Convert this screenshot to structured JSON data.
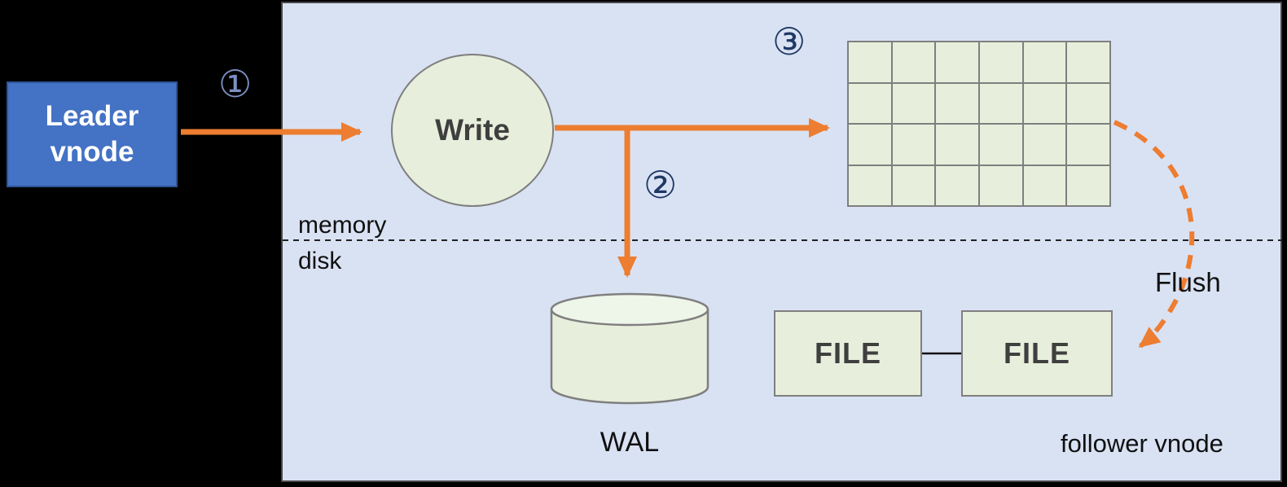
{
  "diagram": {
    "leader": {
      "line1": "Leader",
      "line2": "vnode"
    },
    "write": {
      "label": "Write"
    },
    "steps": {
      "step1": "①",
      "step2": "②",
      "step3": "③"
    },
    "labels": {
      "memory": "memory",
      "disk": "disk",
      "wal": "WAL",
      "flush": "Flush",
      "follower": "follower vnode"
    },
    "files": {
      "left": "FILE",
      "right": "FILE"
    },
    "memtable": {
      "rows": 4,
      "cols": 6
    },
    "colors": {
      "panel_bg": "#d9e2f3",
      "leader_fill": "#4472c4",
      "leader_border": "#2e5395",
      "shape_fill": "#e7efdc",
      "shape_border": "#7f7f7f",
      "arrow": "#ed7d31",
      "step": "#1f3864",
      "step_on_black": "#7d90c3",
      "text": "#3f3f3f"
    }
  }
}
